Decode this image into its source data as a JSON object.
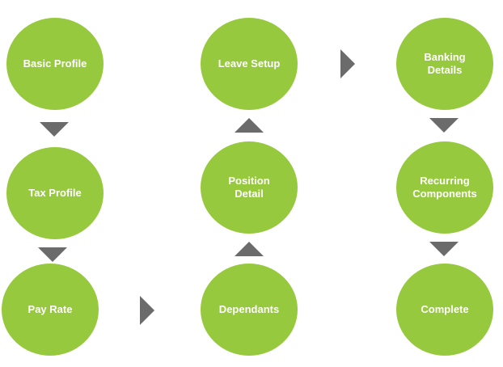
{
  "steps": {
    "basic_profile": "Basic Profile",
    "tax_profile": "Tax Profile",
    "pay_rate": "Pay Rate",
    "dependants": "Dependants",
    "position_detail": "Position\nDetail",
    "leave_setup": "Leave Setup",
    "banking_details": "Banking\nDetails",
    "recurring_components": "Recurring\nComponents",
    "complete": "Complete"
  },
  "colors": {
    "step_fill": "#96c93d",
    "step_text": "#ffffff",
    "arrow": "#6b6b6b"
  }
}
